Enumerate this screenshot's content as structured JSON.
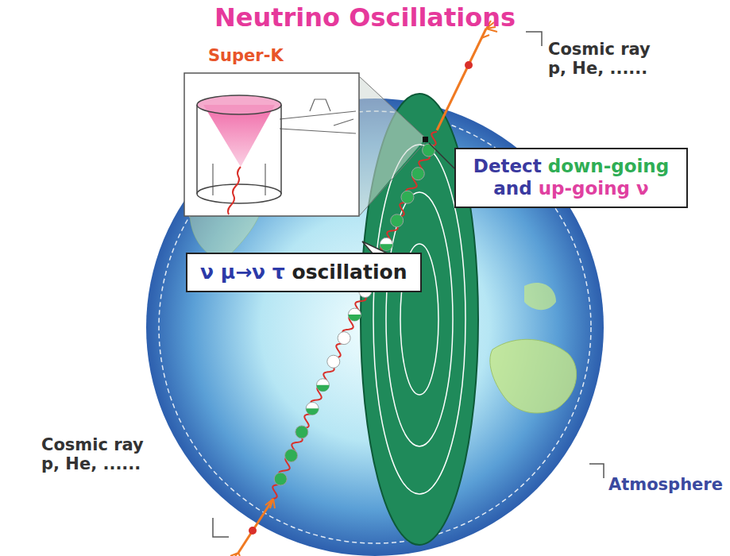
{
  "diagram": {
    "title": "Neutrino Oscillations",
    "nodes": [
      {
        "text": [
          "Detect down-going and up-going ν"
        ]
      },
      {
        "text": [
          "ν μ→ν τ oscillation"
        ]
      }
    ],
    "labels": [
      "Super-K",
      "Cosmic ray p, He, ......",
      "Cosmic ray p, He, ......",
      "Atmosphere"
    ]
  }
}
